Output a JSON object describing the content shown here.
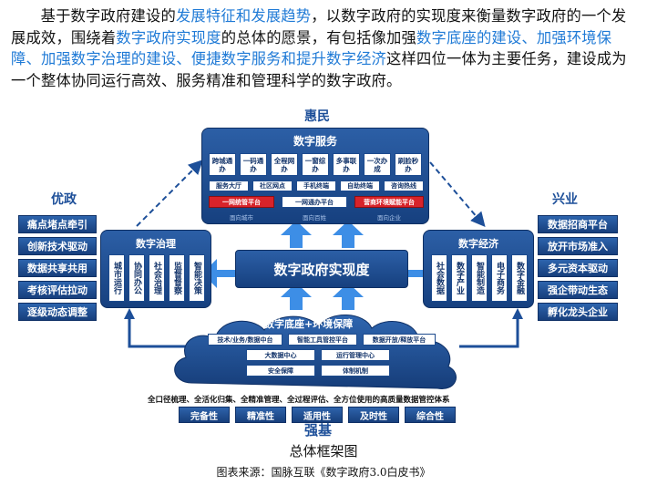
{
  "paragraph": {
    "s1": "基于数字政府建设的",
    "h1": "发展特征和发展趋势",
    "s2": "，以数字政府的实现度来衡量数字政府的一个发展成效，围绕着",
    "h2": "数字政府实现度",
    "s3": "的总体的愿景，有包括像加强",
    "h3": "数字底座的建设、加强环境保障、加强数字治理的建设、便捷数字服务和提升数字经济",
    "s4": "这样四位一体为主要任务，建设成为一个整体协同运行高效、服务精准和管理科学的数字政府。"
  },
  "labels": {
    "top": "惠民",
    "left": "优政",
    "right": "兴业",
    "bottom": "强基"
  },
  "service": {
    "title": "数字服务",
    "row1": [
      "跨城通办",
      "一码通办",
      "全程网办",
      "一窗综办",
      "多事联办",
      "一次办成",
      "刷脸秒办"
    ],
    "row2": [
      "服务大厅",
      "社区网点",
      "手机终端",
      "自助终端",
      "咨询热线"
    ],
    "row3": [
      "一网统管平台",
      "一网通办平台",
      "营商环境赋能平台"
    ],
    "row4": [
      "面向城市",
      "面向百姓",
      "面向企业"
    ]
  },
  "governance": {
    "title": "数字治理",
    "items": [
      "城市运行",
      "协同办公",
      "社会治理",
      "监督督察",
      "智能决策"
    ]
  },
  "economy": {
    "title": "数字经济",
    "items": [
      "社会数据",
      "数字产业",
      "智能制造",
      "电子商务",
      "数字金融"
    ]
  },
  "center": "数字政府实现度",
  "left_items": [
    "痛点堵点牵引",
    "创新技术驱动",
    "数据共享共用",
    "考核评估拉动",
    "逐级动态调整"
  ],
  "right_items": [
    "数据招商平台",
    "放开市场准入",
    "多元资本驱动",
    "强企带动生态",
    "孵化龙头企业"
  ],
  "base": {
    "title": "数字底座+环境保障",
    "row1": [
      "技术/业务/数据中台",
      "智能工具管控平台",
      "数据开放/释放平台"
    ],
    "row2": [
      "大数据中心",
      "运行管理中心"
    ],
    "row3": [
      "安全保障",
      "体制机制"
    ]
  },
  "quality_text": "全口径梳理、全活化归集、全精准管理、全过程评估、全方位使用的高质量数据管控体系",
  "quality": [
    "完备性",
    "精准性",
    "适用性",
    "及时性",
    "综合性"
  ],
  "caption": "总体框架图",
  "source": "图表来源：国脉互联《数字政府3.0白皮书》"
}
